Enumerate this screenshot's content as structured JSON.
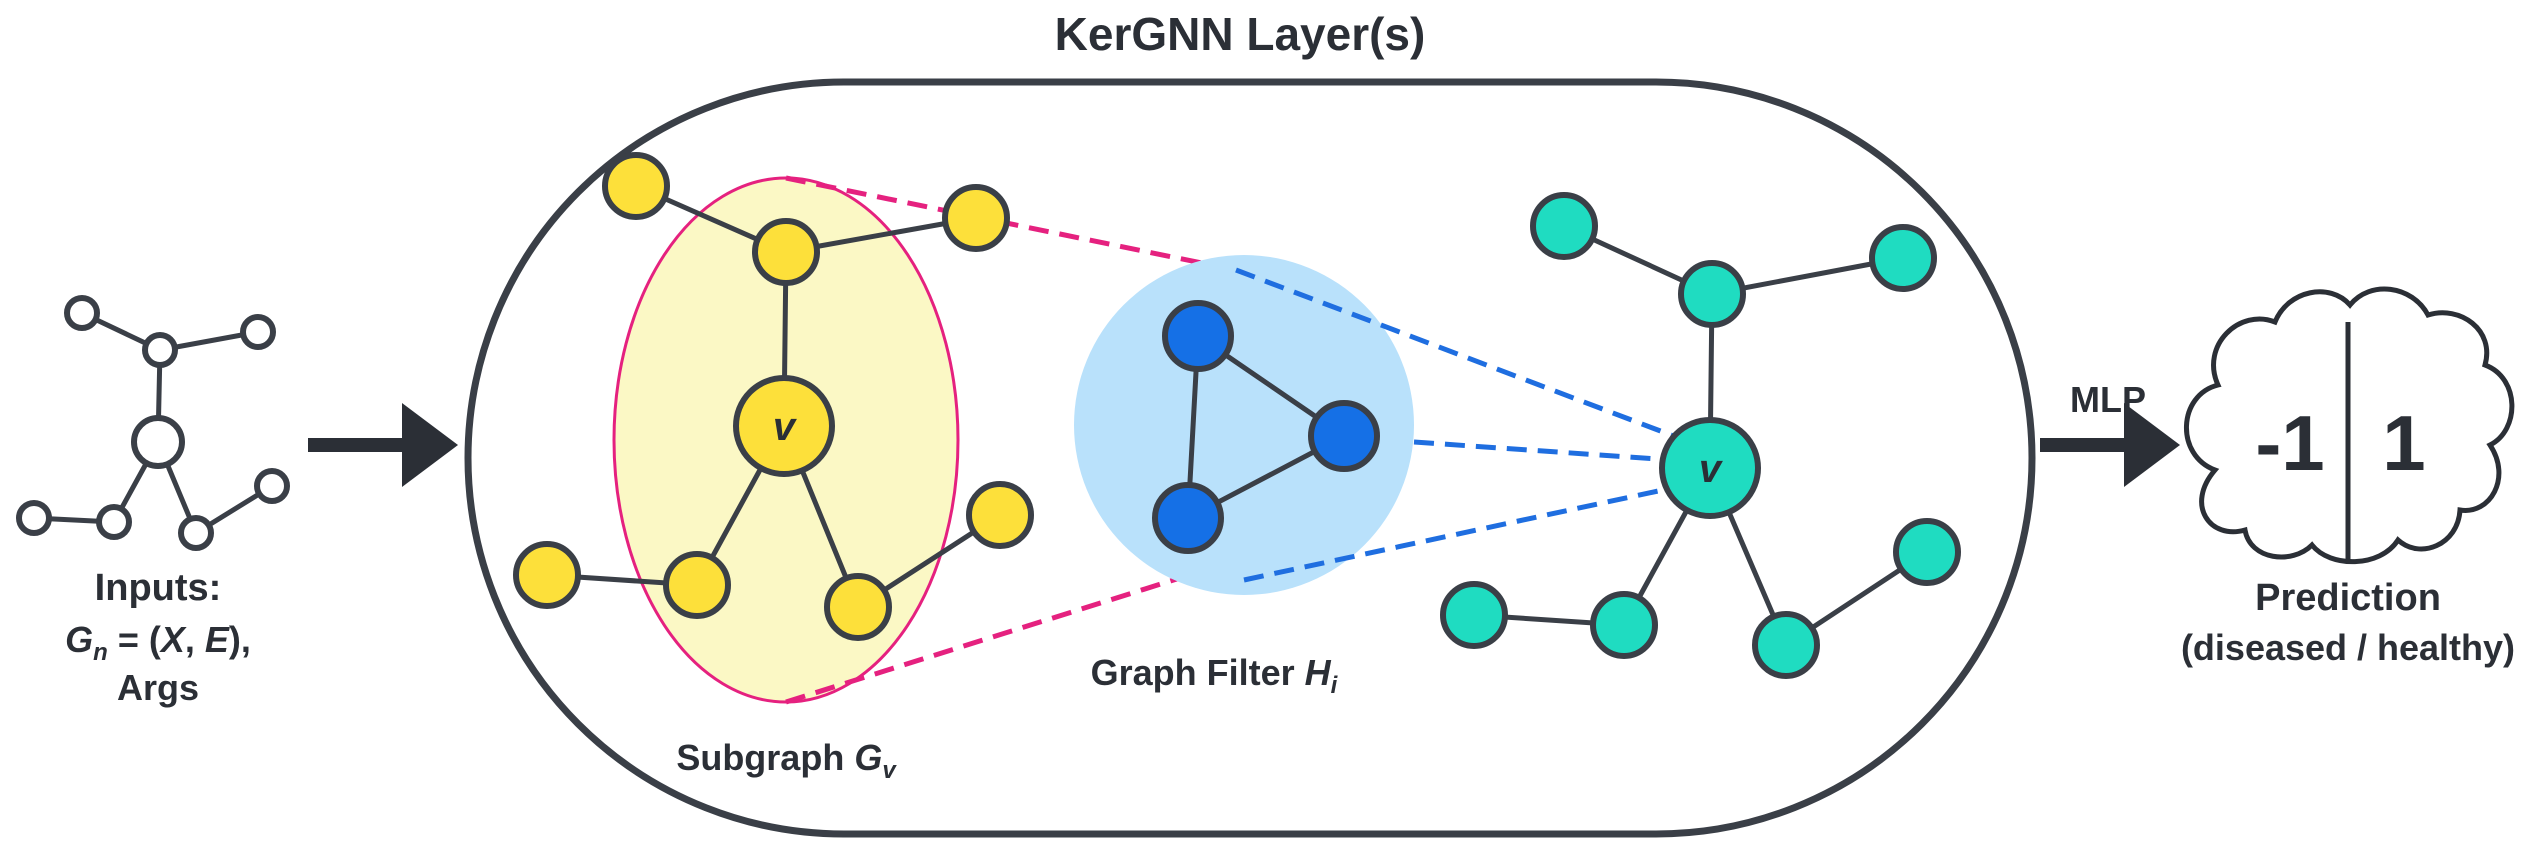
{
  "title": "KerGNN Layer(s)",
  "inputs": {
    "label": "Inputs:",
    "graph_g": "G",
    "graph_sub": "n",
    "graph_eq": " = (",
    "graph_x": "X",
    "graph_comma": ", ",
    "graph_e": "E",
    "graph_end": "),",
    "args": "Args"
  },
  "subgraph": {
    "label": "Subgraph ",
    "symbol": "G",
    "sub": "v"
  },
  "filter": {
    "label": "Graph Filter ",
    "symbol": "H",
    "sub": "i"
  },
  "center_node": "v",
  "mlp": "MLP",
  "prediction": {
    "label": "Prediction",
    "classes": "(diseased / healthy)",
    "neg": "-1",
    "pos": "1"
  },
  "colors": {
    "yellow": "#fde03a",
    "yellow_region": "#fbf8c5",
    "region_outline": "#e5217f",
    "blue_node": "#1570e6",
    "blue_region": "#b9e1fb",
    "teal": "#1fdcc1",
    "pink_dash": "#e5217f",
    "blue_dash": "#1f6ee0",
    "outline": "#3a3f47"
  }
}
